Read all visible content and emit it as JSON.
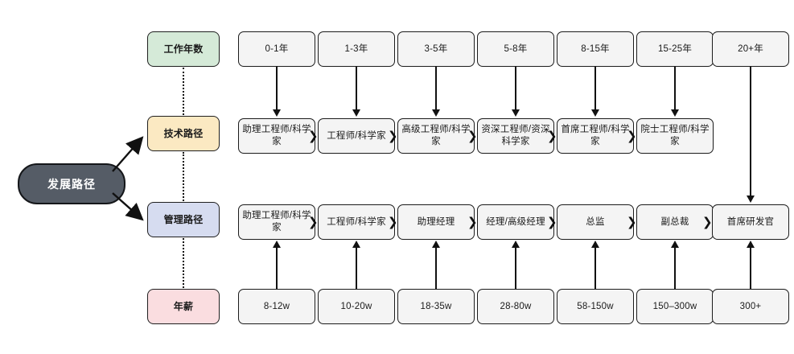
{
  "root": {
    "label": "发展路径"
  },
  "categories": [
    {
      "key": "years",
      "label": "工作年数",
      "color": "#d5ead8"
    },
    {
      "key": "tech",
      "label": "技术路径",
      "color": "#fbe9c2"
    },
    {
      "key": "mgmt",
      "label": "管理路径",
      "color": "#d6dcf0"
    },
    {
      "key": "pay",
      "label": "年薪",
      "color": "#fadde0"
    }
  ],
  "columns": [
    {
      "years": "0-1年",
      "tech": "助理工程师/科学家",
      "mgmt": "助理工程师/科学家",
      "pay": "8-12w"
    },
    {
      "years": "1-3年",
      "tech": "工程师/科学家",
      "mgmt": "工程师/科学家",
      "pay": "10-20w"
    },
    {
      "years": "3-5年",
      "tech": "高级工程师/科学家",
      "mgmt": "助理经理",
      "pay": "18-35w"
    },
    {
      "years": "5-8年",
      "tech": "资深工程师/资深科学家",
      "mgmt": "经理/高级经理",
      "pay": "28-80w"
    },
    {
      "years": "8-15年",
      "tech": "首席工程师/科学家",
      "mgmt": "总监",
      "pay": "58-150w"
    },
    {
      "years": "15-25年",
      "tech": "院士工程师/科学家",
      "mgmt": "副总裁",
      "pay": "150–300w"
    },
    {
      "years": "20+年",
      "tech": "",
      "mgmt": "首席研发官",
      "pay": "300+"
    }
  ],
  "icons": {
    "arrow_right": "❯",
    "arrow_down": "arrow-down-icon",
    "arrow_up": "arrow-up-icon",
    "dotted_connector": "dotted-line-icon"
  }
}
